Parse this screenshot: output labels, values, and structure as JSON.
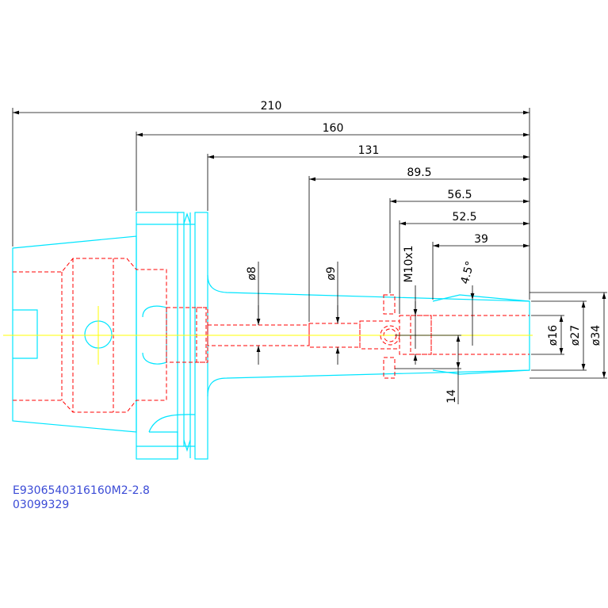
{
  "colors": {
    "outline": "#00e5ff",
    "hidden": "#ff0000",
    "centerline": "#ffff00",
    "dimension": "#000000",
    "code_text": "#3b4bd6"
  },
  "dimensions": {
    "length_210": "210",
    "length_160": "160",
    "length_131": "131",
    "length_89_5": "89.5",
    "length_56_5": "56.5",
    "length_52_5": "52.5",
    "length_39": "39",
    "dia_8": "ø8",
    "dia_9": "ø9",
    "thread": "M10x1",
    "angle": "4.5°",
    "dia_16": "ø16",
    "dia_27": "ø27",
    "dia_34": "ø34",
    "length_14": "14"
  },
  "title_block": {
    "part_number": "E9306540316160M2-2.8",
    "code": "03099329"
  }
}
